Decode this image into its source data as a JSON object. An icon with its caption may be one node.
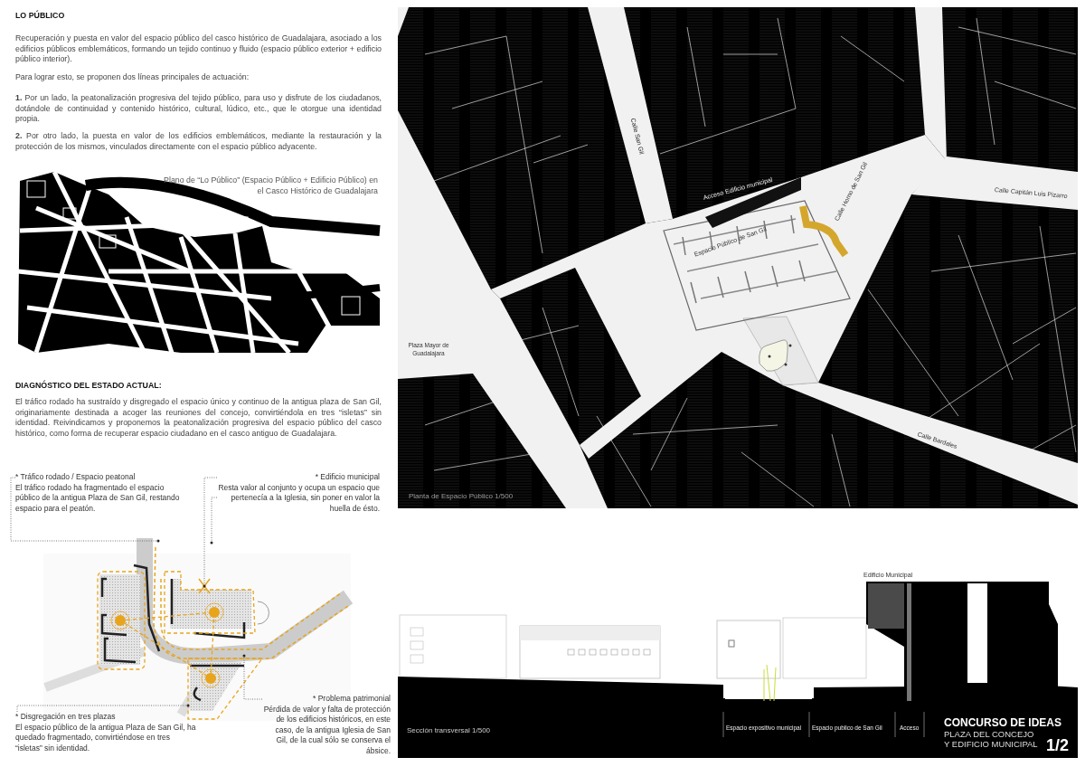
{
  "diagram": {
    "title": "CONCURSO DE IDEAS",
    "nodes": [
      {
        "text": [
          "* Tráfico rodado / Espacio peatonal",
          "El tráfico rodado ha fragmentado el espacio público de la antigua Plaza de San Gil, restando espacio para el peatón."
        ]
      },
      {
        "text": [
          "* Edificio municipal",
          "Resta valor al conjunto y ocupa un espacio que pertenecía a la Iglesia, sin poner en valor la huella de ésto."
        ]
      },
      {
        "text": [
          "* Disgregación en tres plazas",
          "El espacio público de la antigua Plaza de San Gil, ha quedado fragmentado, convirtiéndose en tres “isletas” sin identidad."
        ]
      },
      {
        "text": [
          "* Problema patrimonial",
          "Pérdida de valor y falta de protección de los edificios históricos, en este caso, de la antigua Iglesia de San Gil, de la cual sólo se conserva el ábsice."
        ]
      }
    ],
    "edges": [
      {
        "from": 0,
        "to": null,
        "arrow": "none"
      },
      {
        "from": 1,
        "to": null,
        "arrow": "none"
      },
      {
        "from": 1,
        "to": null,
        "arrow": "none"
      },
      {
        "from": 2,
        "to": null,
        "arrow": "none"
      },
      {
        "from": 3,
        "to": null,
        "arrow": "none"
      }
    ],
    "labels": [
      "LO PÚBLICO",
      "Recuperación y puesta en valor del espacio público del casco histórico de Guadalajara, asociado a los edificios públicos emblemáticos, formando un tejido continuo y fluido (espacio público exterior + edificio público interior).",
      "Para lograr esto, se proponen dos líneas principales de actuación:",
      "**1.** Por un lado, la peatonalización progresiva del tejido público, para uso y disfrute de los ciudadanos, dotándole de continuidad y contenido histórico, cultural, lúdico, etc., que le otorgue una identidad propia.",
      "**2.** Por otro lado, la puesta en valor de los edificios emblemáticos, mediante la restauración y la protección de los mismos, vinculados directamente con el espacio público adyacente.",
      "Plano de “Lo Público” (Espacio Público + Edificio Público) en el Casco Histórico de Guadalajara",
      "DIAGNÓSTICO DEL ESTADO ACTUAL:",
      "El tráfico rodado ha sustraído y disgregado el espacio único y continuo de la antigua plaza de San Gil, originariamente destinada a acoger las reuniones del concejo, convirtiéndola en tres “isletas” sin identidad. Reivindicamos y proponemos la peatonalización progresiva del espacio público del casco histórico, como forma de recuperar espacio ciudadano en el casco antiguo de Guadalajara.",
      "Calle San Gil",
      "Acceso Edificio municipal",
      "Espacio Público de San Gil",
      "Calle Horno de San Gil",
      "Calle Capitán Luis Pizarro",
      "Plaza Mayor de Guadalajara",
      "Calle Bardales",
      "Planta de Espacio Público 1/500",
      "Edificio Municipal",
      "Sección transversal 1/500",
      "Espacio expositivo municipal",
      "Espacio publico de San Gil",
      "Acceso",
      "PLAZA DEL CONCEJO Y EDIFICIO MUNICIPAL",
      "1/2"
    ]
  }
}
